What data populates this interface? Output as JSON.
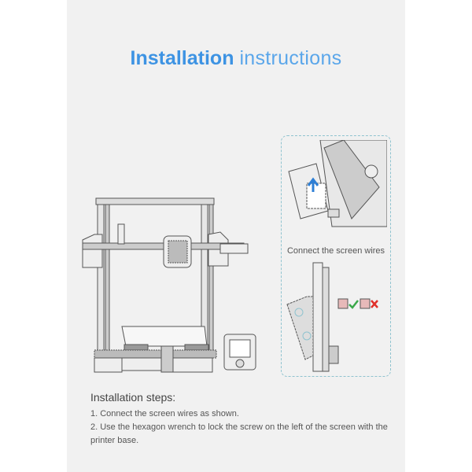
{
  "title": {
    "bold": "Installation",
    "light": "instructions"
  },
  "diagram": {
    "caption": "Connect the screen wires"
  },
  "steps": {
    "heading": "Installation steps:",
    "items": [
      "1. Connect the screen wires as shown.",
      "2. Use the hexagon wrench to lock the screw on the left of the screen with the printer base."
    ]
  },
  "colors": {
    "accent": "#3d93e3",
    "ok": "#3aa84a",
    "bad": "#e0302a"
  }
}
